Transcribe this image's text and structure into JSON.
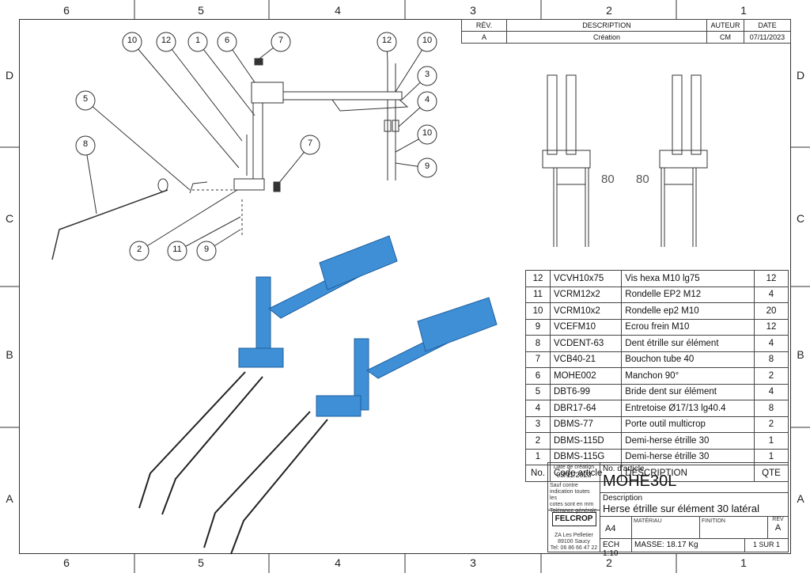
{
  "zones_top": [
    "6",
    "5",
    "4",
    "3",
    "2",
    "1"
  ],
  "zones_bottom": [
    "6",
    "5",
    "4",
    "3",
    "2",
    "1"
  ],
  "zones_left": [
    "D",
    "C",
    "B",
    "A"
  ],
  "zones_right": [
    "D",
    "C",
    "B",
    "A"
  ],
  "revision": {
    "headers": [
      "RÉV.",
      "DESCRIPTION",
      "AUTEUR",
      "DATE"
    ],
    "row": [
      "A",
      "Création",
      "CM",
      "07/11/2023"
    ]
  },
  "balloons": [
    "10",
    "12",
    "1",
    "6",
    "7",
    "12",
    "10",
    "3",
    "4",
    "10",
    "9",
    "5",
    "8",
    "7",
    "2",
    "11",
    "9"
  ],
  "dimensions": [
    "80",
    "80"
  ],
  "bom": {
    "rows": [
      [
        "12",
        "VCVH10x75",
        "Vis hexa M10 lg75",
        "12"
      ],
      [
        "11",
        "VCRM12x2",
        "Rondelle EP2 M12",
        "4"
      ],
      [
        "10",
        "VCRM10x2",
        "Rondelle ep2 M10",
        "20"
      ],
      [
        "9",
        "VCEFM10",
        "Ecrou frein M10",
        "12"
      ],
      [
        "8",
        "VCDENT-63",
        "Dent étrille sur élément",
        "4"
      ],
      [
        "7",
        "VCB40-21",
        "Bouchon tube 40",
        "8"
      ],
      [
        "6",
        "MOHE002",
        "Manchon 90°",
        "2"
      ],
      [
        "5",
        "DBT6-99",
        "Bride dent sur élément",
        "4"
      ],
      [
        "4",
        "DBR17-64",
        "Entretoise Ø17/13 lg40.4",
        "8"
      ],
      [
        "3",
        "DBMS-77",
        "Porte outil multicrop",
        "2"
      ],
      [
        "2",
        "DBMS-115D",
        "Demi-herse étrille 30",
        "1"
      ],
      [
        "1",
        "DBMS-115G",
        "Demi-herse étrille 30",
        "1"
      ]
    ],
    "header": [
      "No.",
      "Code article",
      "DESCRIPTION",
      "QTE"
    ]
  },
  "title_block": {
    "date_label": "Date de création",
    "date": "03/11/2023",
    "note_1": "Sauf contre",
    "note_2": "indication toutes les",
    "note_3": "cotes sont en mm",
    "note_4": "Tolérance générale",
    "article_label": "No. d'article",
    "article": "MOHE30L",
    "description_label": "Description",
    "description": "Herse étrille sur élément 30 latéral",
    "logo": "FELCROP",
    "address_1": "ZA Les Pelletier",
    "address_2": "89100 Saucy",
    "tel": "Tel: 06 86 66 47 22",
    "format": "A4",
    "materiau_label": "MATÉRIAU",
    "finition_label": "FINITION",
    "rev_label": "REV",
    "rev": "A",
    "scale": "ECH 1:10",
    "mass": "MASSE: 18.17 Kg",
    "sheet": "1 SUR 1"
  },
  "colors": {
    "part_blue": "#3f8fd6",
    "part_blue_dark": "#1f5f9f",
    "line": "#333333"
  }
}
